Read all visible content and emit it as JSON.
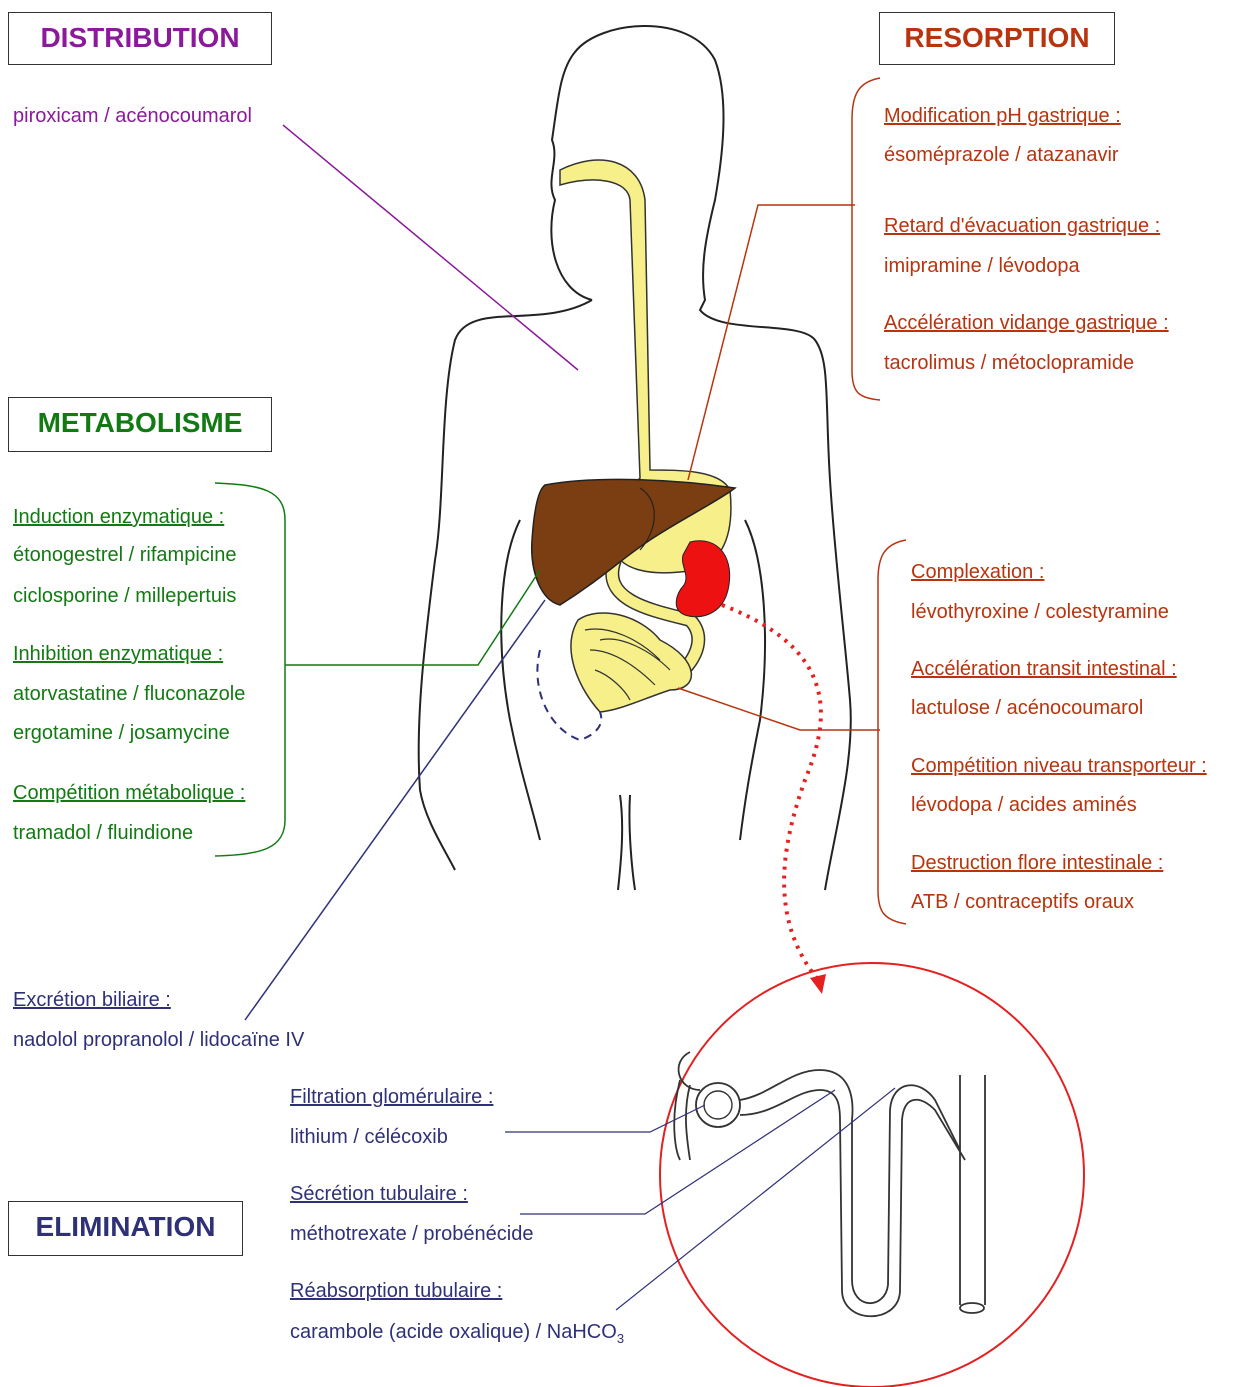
{
  "sections": {
    "distribution": {
      "title": "DISTRIBUTION",
      "color": "#8B1A9B",
      "examples": "piroxicam / acénocoumarol"
    },
    "resorption": {
      "title": "RESORPTION",
      "color": "#B8340E",
      "gastric": [
        {
          "heading": "Modification pH gastrique :",
          "examples": "ésoméprazole / atazanavir"
        },
        {
          "heading": "Retard d'évacuation gastrique :",
          "examples": "imipramine / lévodopa"
        },
        {
          "heading": "Accélération vidange gastrique :",
          "examples": "tacrolimus / métoclopramide"
        }
      ],
      "intestinal": [
        {
          "heading": "Complexation :",
          "examples": "lévothyroxine / colestyramine"
        },
        {
          "heading": "Accélération transit intestinal :",
          "examples": "lactulose / acénocoumarol"
        },
        {
          "heading": "Compétition niveau transporteur :",
          "examples": "lévodopa / acides aminés"
        },
        {
          "heading": "Destruction flore intestinale :",
          "examples": "ATB / contraceptifs oraux"
        }
      ]
    },
    "metabolisme": {
      "title": "METABOLISME",
      "color": "#127A12",
      "items": [
        {
          "heading": "Induction enzymatique :",
          "line1": "étonogestrel / rifampicine",
          "line2": "ciclosporine / millepertuis"
        },
        {
          "heading": "Inhibition enzymatique :",
          "line1": "atorvastatine / fluconazole",
          "line2": "ergotamine / josamycine"
        },
        {
          "heading": "Compétition métabolique :",
          "line1": "tramadol / fluindione"
        }
      ]
    },
    "elimination": {
      "title": "ELIMINATION",
      "color": "#2F3178",
      "biliary": {
        "heading": "Excrétion biliaire :",
        "examples": "nadolol propranolol / lidocaïne IV"
      },
      "renal": [
        {
          "heading": "Filtration glomérulaire :",
          "examples": "lithium / célécoxib"
        },
        {
          "heading": "Sécrétion tubulaire :",
          "examples": "méthotrexate / probénécide"
        },
        {
          "heading": "Réabsorption tubulaire :",
          "examples": "carambole (acide oxalique) / NaHCO",
          "examples_sub": "3"
        }
      ]
    }
  },
  "organ_colors": {
    "digestive_tract": "#F7F08A",
    "liver": "#7A3E12",
    "kidney": "#EE1111",
    "nephron_circle": "#E52020"
  }
}
